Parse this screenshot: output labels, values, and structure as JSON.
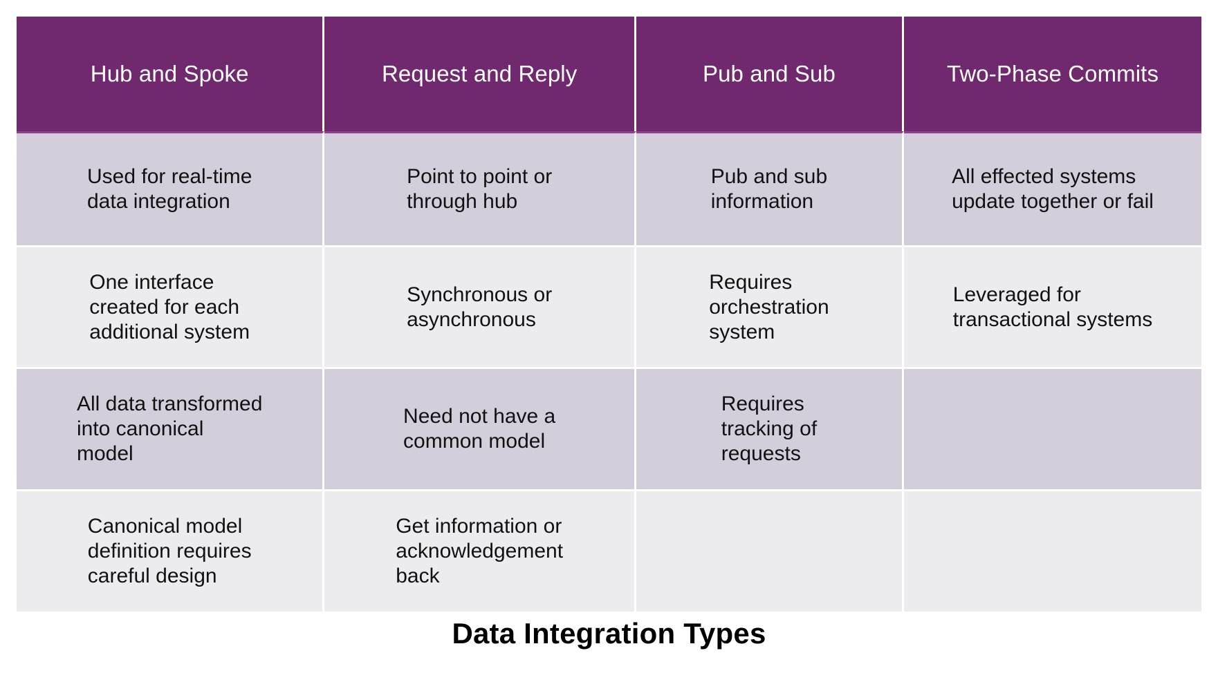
{
  "slide": {
    "caption": "Data Integration Types",
    "colors": {
      "header_bg": "#70286F",
      "header_text": "#FFFFFF",
      "row_band_dark": "#D4CDDA",
      "row_band_light": "#ECEBEE",
      "grid_line": "#FFFFFF",
      "header_rule": "#8E3F8D",
      "body_text": "#111111",
      "caption_text": "#000000",
      "page_bg": "#FFFFFF"
    }
  },
  "table": {
    "columns": [
      {
        "key": "hub_and_spoke",
        "header": "Hub and Spoke"
      },
      {
        "key": "request_and_reply",
        "header": "Request and Reply"
      },
      {
        "key": "pub_and_sub",
        "header": "Pub and Sub"
      },
      {
        "key": "two_phase_commits",
        "header": "Two-Phase Commits"
      }
    ],
    "rows": [
      {
        "band": "dark",
        "cells": [
          "Used for real-time\ndata integration",
          "Point to point or\nthrough hub",
          "Pub and sub\ninformation",
          "All effected systems\nupdate together or fail"
        ]
      },
      {
        "band": "light",
        "cells": [
          "One interface\ncreated for each\nadditional system",
          "Synchronous or\nasynchronous",
          "Requires\norchestration\nsystem",
          "Leveraged for\ntransactional systems"
        ]
      },
      {
        "band": "dark",
        "cells": [
          "All data transformed\ninto canonical\nmodel",
          "Need not have a\ncommon model",
          "Requires\ntracking of\nrequests",
          ""
        ]
      },
      {
        "band": "light",
        "cells": [
          "Canonical model\ndefinition requires\ncareful design",
          "Get information or\nacknowledgement\nback",
          "",
          ""
        ]
      }
    ]
  }
}
